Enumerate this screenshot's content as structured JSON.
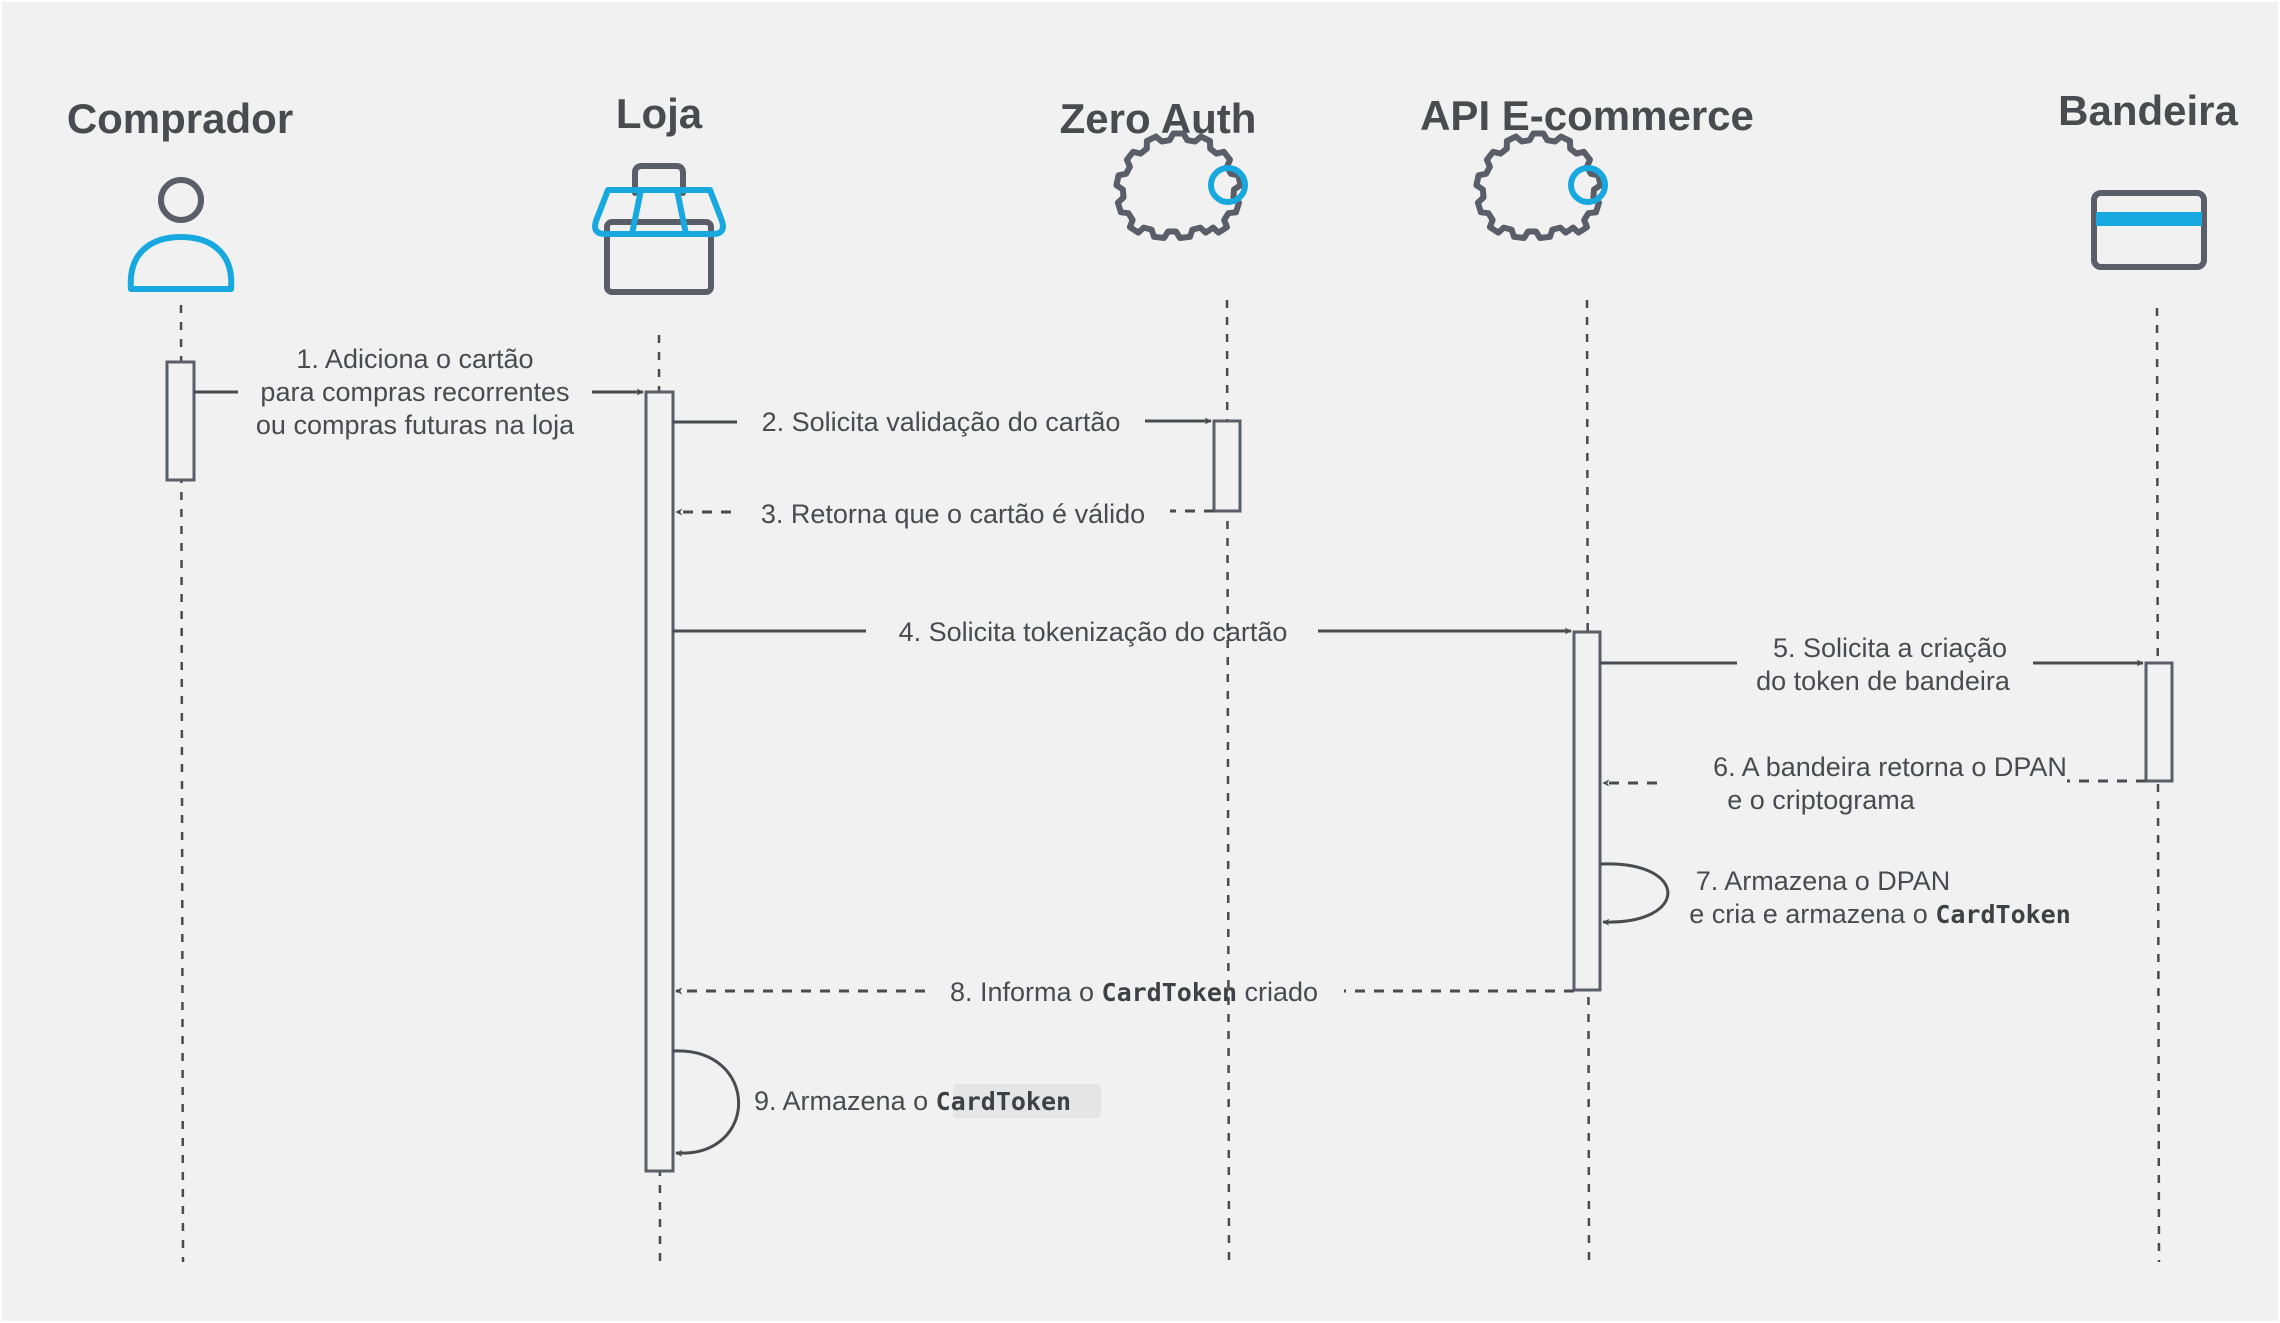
{
  "actors": [
    {
      "name": "Comprador",
      "icon": "user-icon"
    },
    {
      "name": "Loja",
      "icon": "store-icon"
    },
    {
      "name": "Zero Auth",
      "icon": "gear-icon"
    },
    {
      "name": "API E-commerce",
      "icon": "gear-icon"
    },
    {
      "name": "Bandeira",
      "icon": "credit-card-icon"
    }
  ],
  "messages": {
    "m1": {
      "line1": "1. Adiciona o cartão",
      "line2": "para compras recorrentes",
      "line3": "ou compras futuras na loja"
    },
    "m2": {
      "text": "2. Solicita validação do cartão"
    },
    "m3": {
      "text": "3. Retorna que o cartão é válido"
    },
    "m4": {
      "text": "4. Solicita tokenização do cartão"
    },
    "m5": {
      "line1": "5. Solicita a criação",
      "line2": "do token de bandeira"
    },
    "m6": {
      "line1": "6. A bandeira retorna o DPAN",
      "line2": "e o criptograma"
    },
    "m7": {
      "line1": "7. Armazena o DPAN",
      "line2_prefix": "e cria e armazena o",
      "line2_code": "CardToken"
    },
    "m8": {
      "prefix": "8. Informa o",
      "code": "CardToken",
      "suffix": "criado"
    },
    "m9": {
      "prefix": "9. Armazena o",
      "code": "CardToken"
    }
  },
  "colors": {
    "background": "#f0f1f0",
    "line": "#4a4b4f",
    "accent": "#17a8e0",
    "icon": "#5a5e68"
  }
}
